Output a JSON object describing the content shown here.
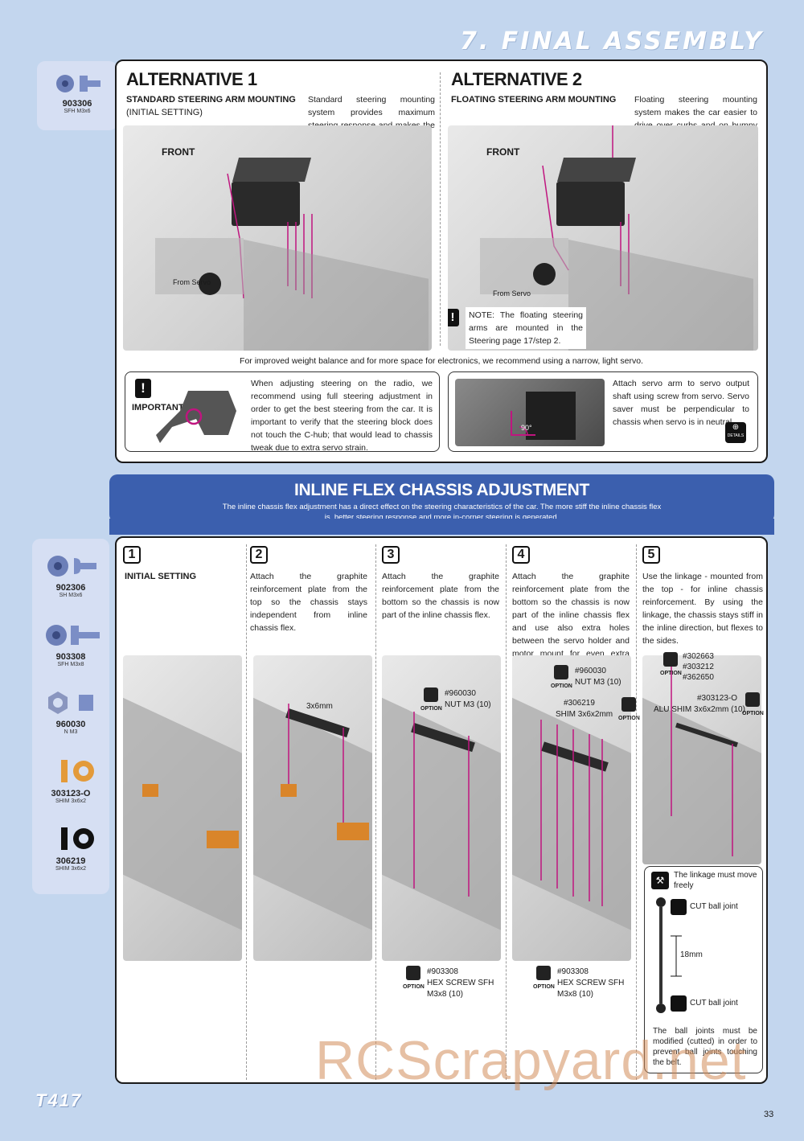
{
  "header": {
    "section_title": "7. FINAL ASSEMBLY"
  },
  "top_parts": [
    {
      "code": "903306",
      "desc": "SFH M3x6"
    }
  ],
  "alt1": {
    "title": "ALTERNATIVE 1",
    "subtitle": "STANDARD STEERING ARM MOUNTING",
    "subtitle2": "(INITIAL SETTING)",
    "desc": "Standard steering mounting system provides maximum steering response and makes the car more precise.",
    "front_label": "FRONT",
    "from_servo": "From Servo"
  },
  "alt2": {
    "title": "ALTERNATIVE 2",
    "subtitle": "FLOATING STEERING ARM MOUNTING",
    "desc": "Floating steering mounting system makes the car easier to drive over curbs and on bumpy tracks. Helps prevent oversteer.",
    "front_label": "FRONT",
    "from_servo": "From Servo",
    "note": "NOTE: The floating steering arms are mounted in the Steering page 17/step 2."
  },
  "weight_note": "For improved weight balance and for more space for electronics, we recommend using a narrow, light servo.",
  "important_box": {
    "label": "IMPORTANT!",
    "text": "When adjusting steering on the radio, we recommend using full steering adjustment in order to get the best steering from the car. It is important to verify that the steering block does not touch the C-hub; that would lead to chassis tweak due to extra servo strain."
  },
  "servo_arm_box": {
    "text": "Attach servo arm to servo output shaft using screw from servo. Servo saver must be perpendicular to chassis when servo is in neutral.",
    "angle": "90°",
    "details": "DETAILS"
  },
  "inline": {
    "title": "INLINE FLEX CHASSIS ADJUSTMENT",
    "desc1": "The inline chassis flex adjustment has a direct effect on the steering characteristics of the car. The more stiff the inline chassis flex",
    "desc2": "is, better steering response and more in-corner steering is generated."
  },
  "side_parts": [
    {
      "code": "902306",
      "desc": "SH M3x6"
    },
    {
      "code": "903308",
      "desc": "SFH M3x8"
    },
    {
      "code": "960030",
      "desc": "N M3"
    },
    {
      "code": "303123-O",
      "desc": "SHIM 3x6x2"
    },
    {
      "code": "306219",
      "desc": "SHIM 3x6x2"
    }
  ],
  "steps": [
    {
      "num": "1",
      "title": "INITIAL SETTING",
      "text": ""
    },
    {
      "num": "2",
      "title": "",
      "text": "Attach the graphite reinforcement plate from the top so the chassis stays independent from inline chassis flex.",
      "label": "3x6mm"
    },
    {
      "num": "3",
      "title": "",
      "text": "Attach the graphite reinforcement plate from the bottom so the chassis is now part of the inline chassis flex."
    },
    {
      "num": "4",
      "title": "",
      "text": "Attach the graphite reinforcement plate from the bottom so the chassis is now part of the inline chassis flex and use also extra holes between the servo holder and motor mount for even extra reinforcement"
    },
    {
      "num": "5",
      "title": "",
      "text": "Use the linkage - mounted from the top - for inline chassis reinforcement. By using the linkage, the chassis stays stiff in the inline direction, but flexes to the sides."
    }
  ],
  "options": {
    "opt_word": "OPTION",
    "s3_nut": [
      "#960030",
      "NUT M3  (10)"
    ],
    "s3_screw": [
      "#903308",
      "HEX SCREW SFH",
      "M3x8  (10)"
    ],
    "s4_nut": [
      "#960030",
      "NUT M3  (10)"
    ],
    "s4_shim": [
      "#306219",
      "SHIM 3x6x2mm"
    ],
    "s4_screw": [
      "#903308",
      "HEX SCREW SFH",
      "M3x8  (10)"
    ],
    "s5_link": [
      "#302663",
      "#303212",
      "#362650"
    ],
    "s5_shim": [
      "#303123-O",
      "ALU SHIM 3x6x2mm (10)"
    ]
  },
  "linkage_box": {
    "note": "The linkage must move freely",
    "cut1": "CUT ball joint",
    "length": "18mm",
    "cut2": "CUT ball joint",
    "text": "The ball joints must be modified (cutted) in order to prevent ball joints touching the belt."
  },
  "footer": {
    "model": "T417",
    "page": "33",
    "watermark": "RCScrapyard.net"
  }
}
